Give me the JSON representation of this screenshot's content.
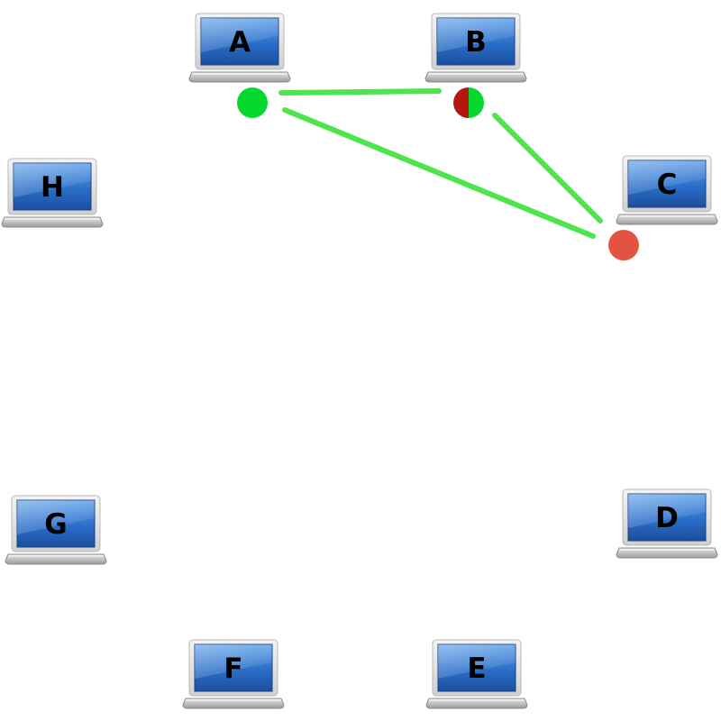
{
  "colors": {
    "link": "#4ee44e",
    "status_green": "#05d92f",
    "status_red": "#e25441",
    "status_dark_red": "#b3170e",
    "screen_blue": "#2a6ec9",
    "laptop_silver": "#d6d6d6"
  },
  "nodes": [
    {
      "id": "A",
      "label": "A",
      "icon": "laptop-icon"
    },
    {
      "id": "B",
      "label": "B",
      "icon": "laptop-icon"
    },
    {
      "id": "C",
      "label": "C",
      "icon": "laptop-icon"
    },
    {
      "id": "D",
      "label": "D",
      "icon": "laptop-icon"
    },
    {
      "id": "E",
      "label": "E",
      "icon": "laptop-icon"
    },
    {
      "id": "F",
      "label": "F",
      "icon": "laptop-icon"
    },
    {
      "id": "G",
      "label": "G",
      "icon": "laptop-icon"
    },
    {
      "id": "H",
      "label": "H",
      "icon": "laptop-icon"
    }
  ],
  "status_markers": [
    {
      "node": "A",
      "state": "green"
    },
    {
      "node": "B",
      "state": "red-green"
    },
    {
      "node": "C",
      "state": "red"
    }
  ],
  "links": [
    {
      "from": "A",
      "to": "B"
    },
    {
      "from": "A",
      "to": "C"
    },
    {
      "from": "B",
      "to": "C"
    }
  ]
}
